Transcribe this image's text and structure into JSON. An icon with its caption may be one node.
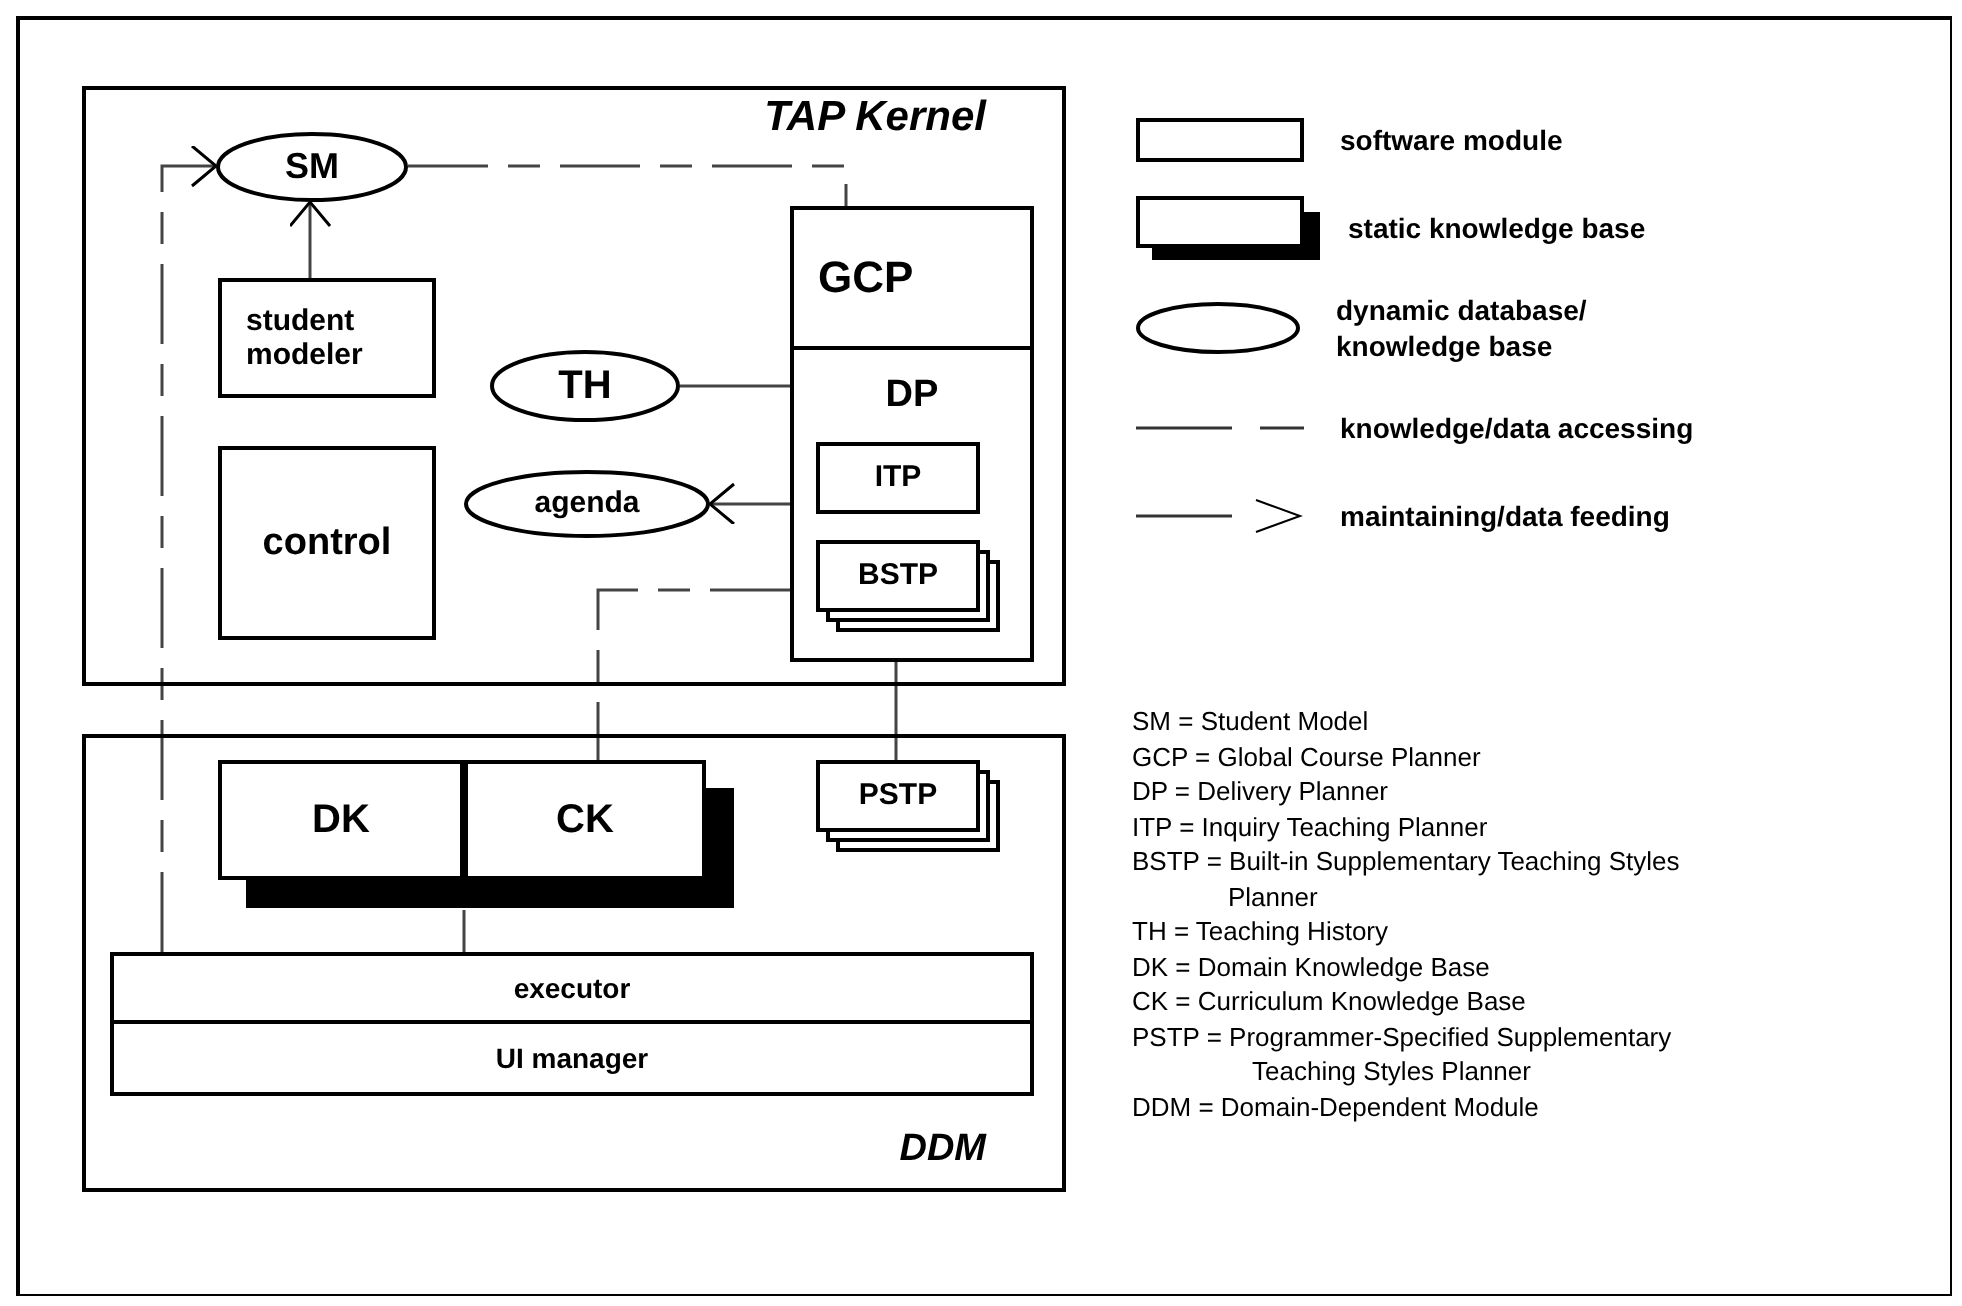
{
  "diagram": {
    "nodes": [
      {
        "text": [
          "TAP Kernel"
        ]
      },
      {
        "text": [
          "SM"
        ],
        "in": 0
      },
      {
        "text": [
          "student modeler"
        ],
        "in": 0
      },
      {
        "text": [
          "control"
        ],
        "in": 0
      },
      {
        "text": [
          "TH"
        ],
        "in": 0
      },
      {
        "text": [
          "agenda"
        ],
        "in": 0
      },
      {
        "text": [
          "GCP"
        ],
        "in": 0
      },
      {
        "text": [
          "DP"
        ],
        "in": 0
      },
      {
        "text": [
          "ITP"
        ],
        "in": 7
      },
      {
        "text": [
          "BSTP"
        ],
        "in": 7
      },
      {
        "text": [
          "DDM"
        ]
      },
      {
        "text": [
          "DK"
        ],
        "in": 10
      },
      {
        "text": [
          "CK"
        ],
        "in": 10
      },
      {
        "text": [
          "PSTP"
        ],
        "in": 10
      },
      {
        "text": [
          "executor"
        ],
        "in": 10
      },
      {
        "text": [
          "UI manager"
        ],
        "in": 10
      }
    ],
    "edges": [
      {
        "from": 2,
        "to": 1,
        "arrow": "to"
      },
      {
        "from": 14,
        "to": 1,
        "arrow": "to",
        "style": "dashed"
      },
      {
        "from": 1,
        "to": 6,
        "arrow": "none",
        "style": "dashed"
      },
      {
        "from": 4,
        "to": 7,
        "arrow": "none"
      },
      {
        "from": 7,
        "to": 5,
        "arrow": "to"
      },
      {
        "from": 7,
        "to": 12,
        "arrow": "none",
        "style": "dashed"
      },
      {
        "from": 7,
        "to": 13,
        "arrow": "none"
      },
      {
        "from": 11,
        "to": 14,
        "arrow": "none"
      }
    ],
    "labels": [
      "SM = Student Model",
      "GCP = Global Course Planner",
      "DP = Delivery Planner",
      "ITP = Inquiry Teaching Planner",
      "BSTP = Built-in Supplementary Teaching Styles Planner",
      "TH = Teaching History",
      "DK = Domain Knowledge Base",
      "CK = Curriculum Knowledge Base",
      "PSTP = Programmer-Specified Supplementary Teaching Styles Planner",
      "DDM = Domain-Dependent Module"
    ],
    "legend": [
      {
        "text": "software module"
      },
      {
        "text": "static knowledge base"
      },
      {
        "text": "dynamic database/ knowledge base"
      },
      {
        "text": "knowledge/data accessing"
      },
      {
        "text": "maintaining/data feeding"
      }
    ]
  }
}
